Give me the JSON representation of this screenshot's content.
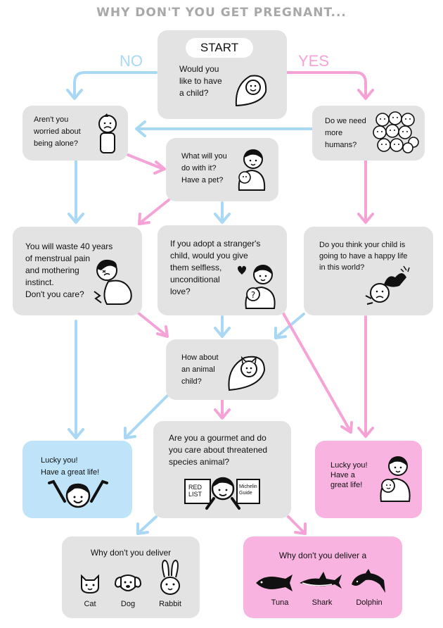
{
  "title": "WHY DON'T YOU GET PREGNANT...",
  "colors": {
    "blue": "#a9d8f5",
    "pink": "#f5a3d6",
    "gray": "#e3e3e3",
    "blue_box": "#bfe3f9",
    "pink_box": "#f8b3e0"
  },
  "labels": {
    "no": "NO",
    "yes": "YES"
  },
  "start": {
    "badge": "START",
    "lines": [
      "Would you",
      "like to have",
      "a child?"
    ]
  },
  "alone": {
    "lines": [
      "Aren't you",
      "worried about",
      "being alone?"
    ]
  },
  "humans": {
    "lines": [
      "Do we need",
      "more",
      "humans?"
    ]
  },
  "pet": {
    "lines": [
      "What will you",
      "do with it?",
      "Have a pet?"
    ]
  },
  "waste": {
    "lines": [
      "You will waste 40 years",
      "of menstrual pain",
      "and mothering",
      "instinct.",
      "Don't you care?"
    ]
  },
  "adopt": {
    "lines": [
      "If you adopt a stranger's",
      "child, would you give",
      "them selfless,",
      "unconditional",
      "love?"
    ]
  },
  "happy": {
    "lines": [
      "Do you think your child is",
      "going to have a happy life",
      "in this world?"
    ]
  },
  "animal": {
    "lines": [
      "How about",
      "an animal",
      "child?"
    ]
  },
  "lucky_left": {
    "lines": [
      "Lucky you!",
      "Have a great life!"
    ]
  },
  "gourmet": {
    "lines": [
      "Are you a gourmet and do",
      "you care about threatened",
      "species animal?"
    ],
    "sign_left": [
      "RED",
      "LIST"
    ],
    "sign_right": [
      "Michelin",
      "Guide"
    ]
  },
  "lucky_right": {
    "lines": [
      "Lucky you!",
      "Have a",
      "great life!"
    ]
  },
  "deliver_left": {
    "heading": "Why don't you deliver",
    "animals": [
      "Cat",
      "Dog",
      "Rabbit"
    ]
  },
  "deliver_right": {
    "heading": "Why don't you deliver a",
    "animals": [
      "Tuna",
      "Shark",
      "Dolphin"
    ]
  }
}
